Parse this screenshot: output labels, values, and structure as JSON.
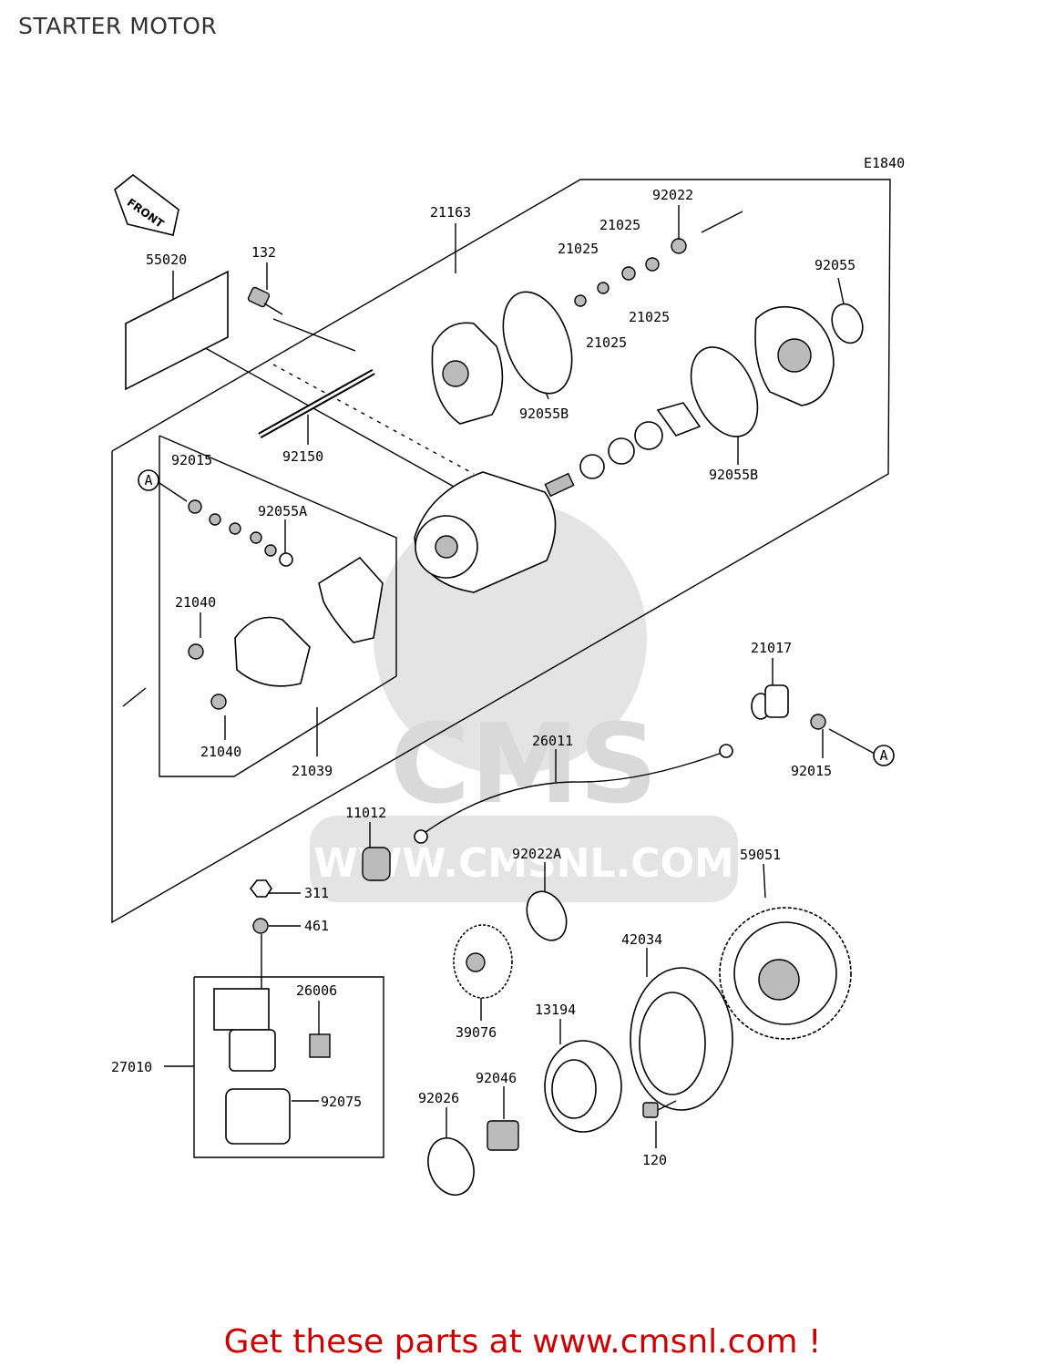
{
  "page": {
    "title": "STARTER MOTOR"
  },
  "diagram": {
    "code": "E1840",
    "front_label": "FRONT",
    "callouts": {
      "A": "A",
      "p55020": "55020",
      "p132": "132",
      "p21163": "21163",
      "p92022": "92022",
      "p21025a": "21025",
      "p21025b": "21025",
      "p21025c": "21025",
      "p21025d": "21025",
      "p92055": "92055",
      "p92055B_1": "92055B",
      "p92150": "92150",
      "p92055B_2": "92055B",
      "p92015_1": "92015",
      "p92055A": "92055A",
      "p21040_1": "21040",
      "p21040_2": "21040",
      "p21039": "21039",
      "p21017": "21017",
      "p92015_2": "92015",
      "p26011": "26011",
      "p11012": "11012",
      "p92022A": "92022A",
      "p59051": "59051",
      "p311": "311",
      "p461": "461",
      "p42034": "42034",
      "p26006": "26006",
      "p39076": "39076",
      "p13194": "13194",
      "p27010": "27010",
      "p92046": "92046",
      "p92026": "92026",
      "p92075": "92075",
      "p120": "120"
    }
  },
  "watermark": {
    "text": "WWW.CMSNL.COM",
    "logo": "CMS"
  },
  "footer": {
    "cta": "Get these parts at www.cmsnl.com !"
  },
  "colors": {
    "cta": "#cc0000",
    "title": "#333333",
    "watermark": "#e4e4e4"
  }
}
